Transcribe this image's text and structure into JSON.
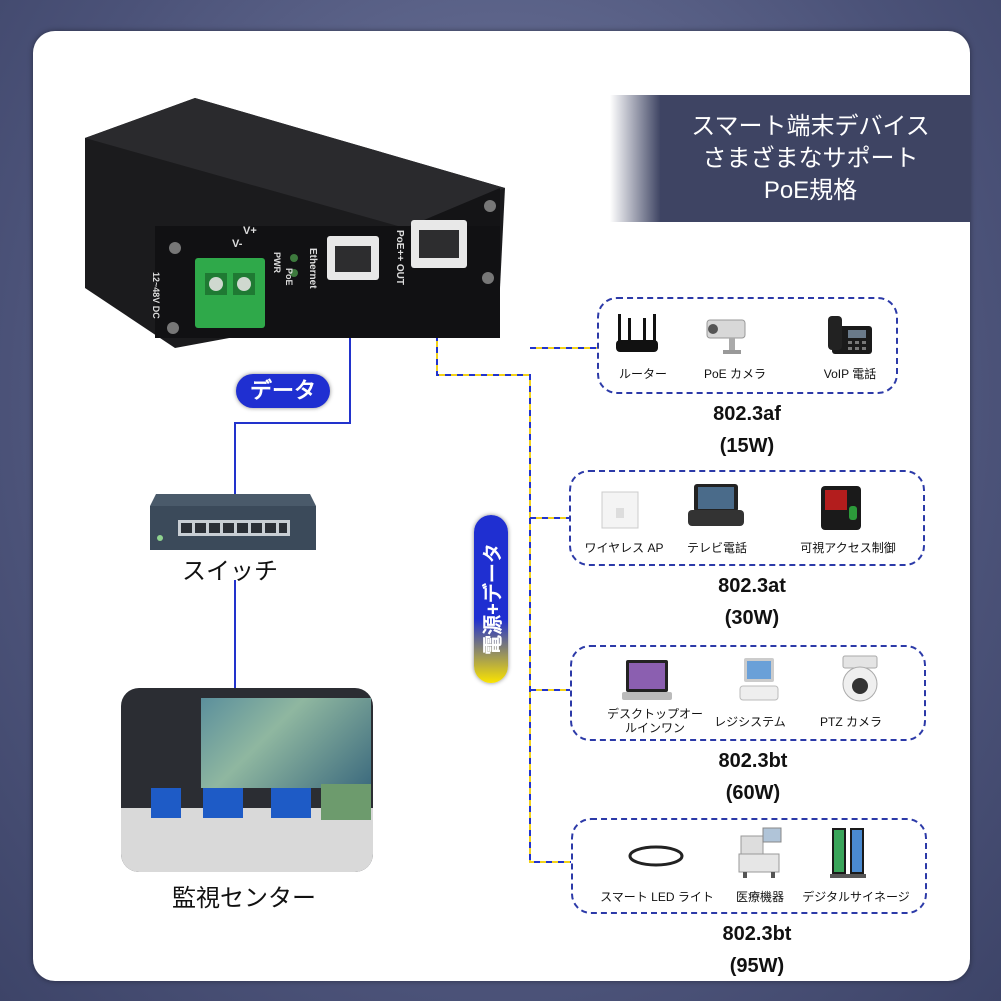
{
  "banner": {
    "line1": "スマート端末デバイス",
    "line2": "さまざまなサポート",
    "line3": "PoE規格"
  },
  "product": {
    "port_ethernet": "Ethernet",
    "port_out": "PoE++ OUT",
    "led_pwr": "PWR",
    "led_poe": "PoE",
    "terminal_vminus": "V-",
    "terminal_vplus": "V+",
    "voltage": "12~48V DC"
  },
  "data_tag": "データ",
  "power_tag": "電源+データ",
  "switch_label": "スイッチ",
  "center_label": "監視センター",
  "groups": [
    {
      "devices": [
        "ルーター",
        "PoE カメラ",
        "VoIP 電話"
      ],
      "standard": "802.3af",
      "power": "(15W)"
    },
    {
      "devices": [
        "ワイヤレス AP",
        "テレビ電話",
        "可視アクセス制御"
      ],
      "standard": "802.3at",
      "power": "(30W)"
    },
    {
      "devices": [
        "デスクトップオールインワン",
        "レジシステム",
        "PTZ カメラ"
      ],
      "standard": "802.3bt",
      "power": "(60W)"
    },
    {
      "devices": [
        "スマート LED ライト",
        "医療機器",
        "デジタルサイネージ"
      ],
      "standard": "802.3bt",
      "power": "(95W)"
    }
  ],
  "colors": {
    "accent_blue": "#1f2fd1",
    "line_yellow": "#f2d21a",
    "line_blue": "#2233cc",
    "banner": "#3e4463"
  }
}
